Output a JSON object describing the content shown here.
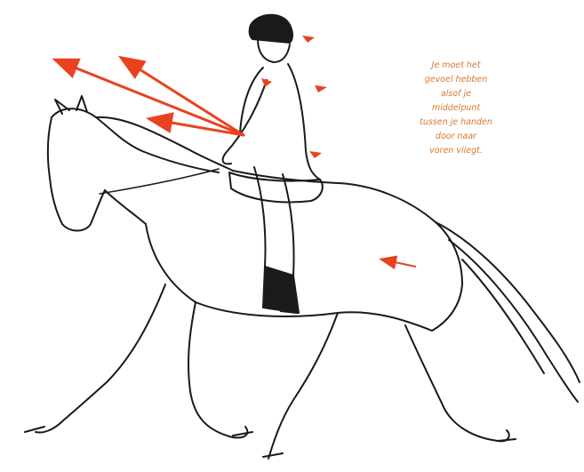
{
  "caption": {
    "lines": [
      "Je moet het",
      "gevoel hebben",
      "alsof je",
      "middelpunt",
      "tussen je handen",
      "door naar",
      "voren vliegt."
    ]
  },
  "colors": {
    "arrow": "#e8421f",
    "caption": "#d9772b",
    "ink": "#1a1a1a",
    "background": "#ffffff"
  }
}
